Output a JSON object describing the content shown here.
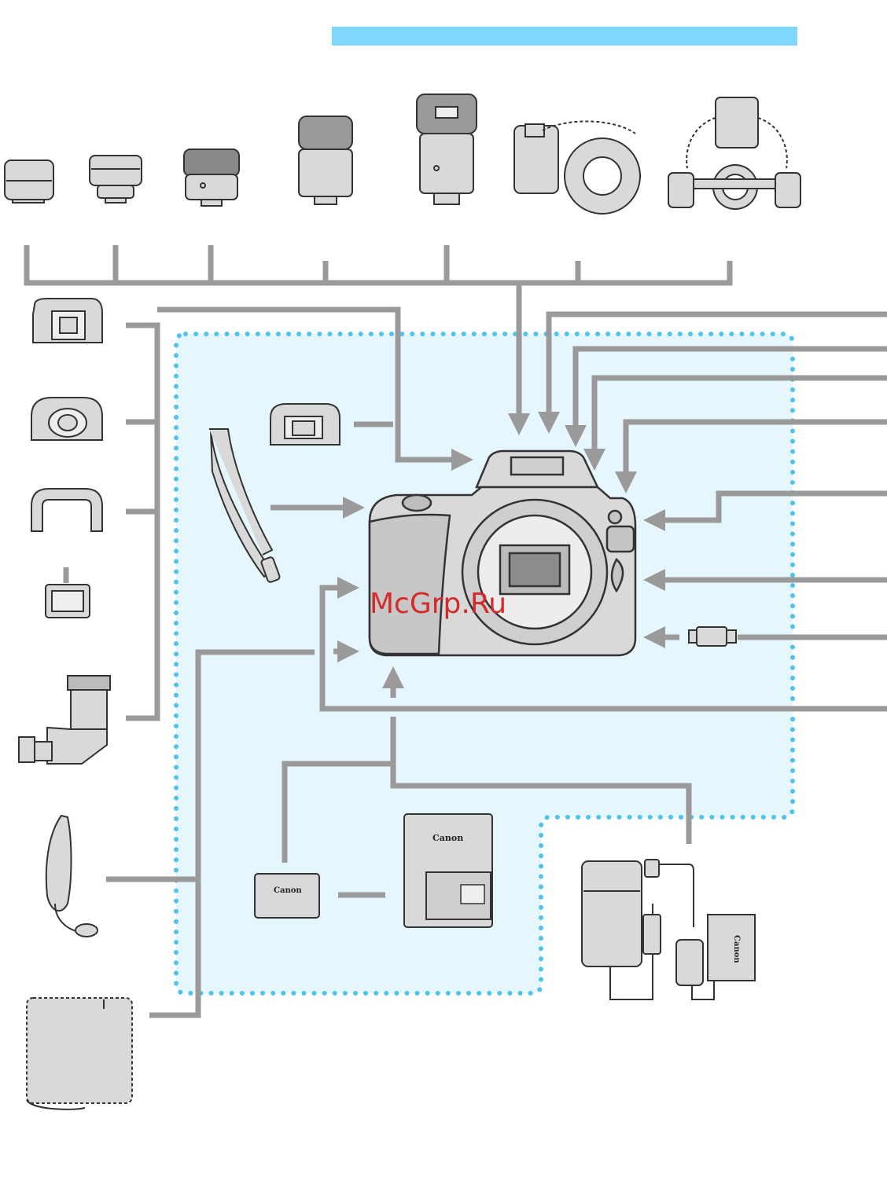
{
  "header_bar": {
    "color": "#7dd8fb"
  },
  "watermark": {
    "text": "McGrp.Ru",
    "color": "#d42a2a"
  },
  "battery_pack": {
    "label": "Canon"
  },
  "battery_charger": {
    "label": "Canon"
  },
  "dc_coupler": {
    "label": "Canon"
  },
  "colors": {
    "connector_line": "#9a9a9a",
    "dotted_border": "#4fc3ee",
    "shaded_area": "#e6f6fd",
    "accessory_fill": "#d9d9d9",
    "accessory_stroke": "#333333"
  },
  "accessories": [
    {
      "id": "speedlite-transmitter",
      "icon": "speedlite-transmitter-icon"
    },
    {
      "id": "compact-transmitter",
      "icon": "flash-transmitter-icon"
    },
    {
      "id": "small-speedlite",
      "icon": "small-flash-icon"
    },
    {
      "id": "medium-speedlite",
      "icon": "medium-flash-icon"
    },
    {
      "id": "large-speedlite",
      "icon": "large-flash-icon"
    },
    {
      "id": "macro-ring-lite",
      "icon": "ring-flash-icon"
    },
    {
      "id": "macro-twin-lite",
      "icon": "twin-flash-icon"
    },
    {
      "id": "eyecup-ef",
      "icon": "eyecup-icon"
    },
    {
      "id": "rubber-frame",
      "icon": "rubber-frame-icon"
    },
    {
      "id": "eyepiece-extender",
      "icon": "eyepiece-extender-icon"
    },
    {
      "id": "magnifier",
      "icon": "magnifier-icon"
    },
    {
      "id": "angle-finder",
      "icon": "angle-finder-icon"
    },
    {
      "id": "hand-strap",
      "icon": "hand-strap-icon"
    },
    {
      "id": "camera-case",
      "icon": "case-icon"
    },
    {
      "id": "neck-strap",
      "icon": "strap-icon"
    },
    {
      "id": "eyecup-ef-default",
      "icon": "eyecup-icon"
    },
    {
      "id": "usb-cable",
      "icon": "usb-plug-icon"
    },
    {
      "id": "ac-adapter-kit",
      "icon": "ac-adapter-icon"
    }
  ]
}
